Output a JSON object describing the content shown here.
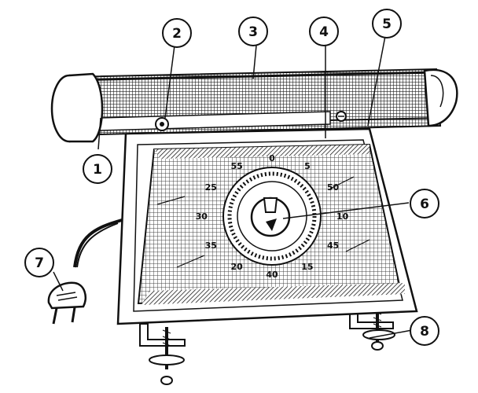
{
  "diagram": {
    "callouts": [
      {
        "id": "1",
        "label": "1"
      },
      {
        "id": "2",
        "label": "2"
      },
      {
        "id": "3",
        "label": "3"
      },
      {
        "id": "4",
        "label": "4"
      },
      {
        "id": "5",
        "label": "5"
      },
      {
        "id": "6",
        "label": "6"
      },
      {
        "id": "7",
        "label": "7"
      },
      {
        "id": "8",
        "label": "8"
      }
    ],
    "dial_markings": [
      "55",
      "0",
      "5",
      "50",
      "10",
      "45",
      "15",
      "40",
      "20",
      "35",
      "30",
      "25"
    ]
  }
}
